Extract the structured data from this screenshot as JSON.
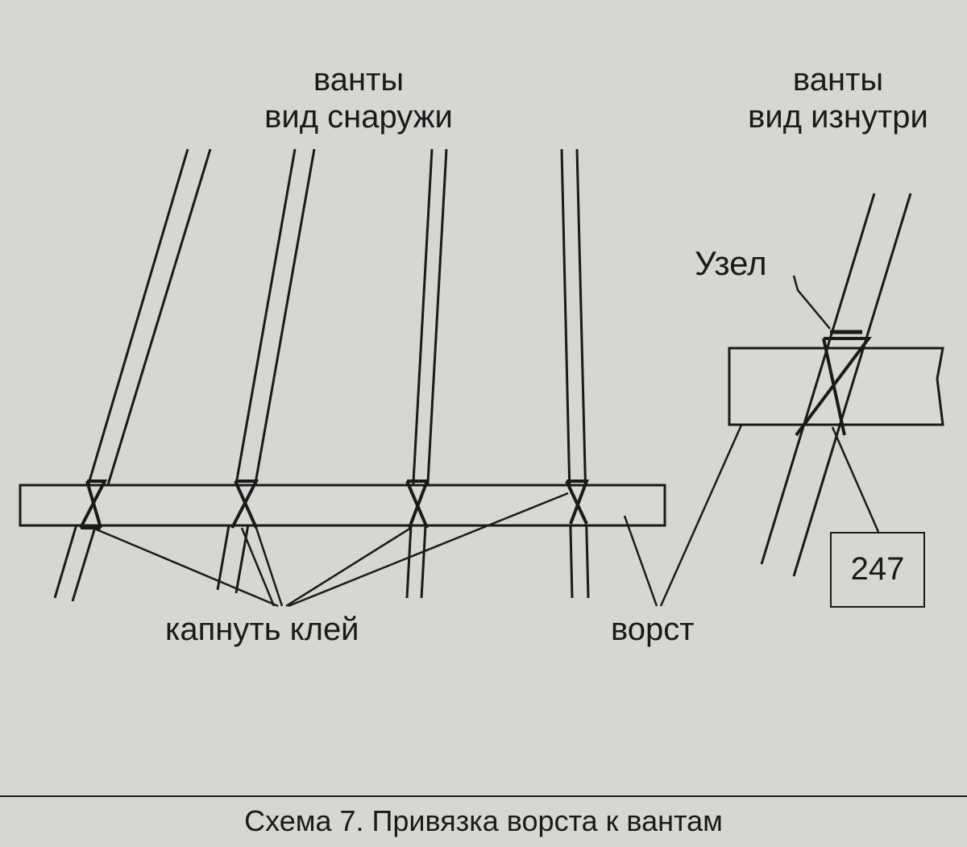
{
  "labels": {
    "outside_title_line1": "ванты",
    "outside_title_line2": "вид снаружи",
    "inside_title_line1": "ванты",
    "inside_title_line2": "вид изнутри",
    "knot": "Узел",
    "glue": "капнуть клей",
    "batten": "ворст",
    "part_number": "247"
  },
  "caption": "Схема 7. Привязка ворста  к вантам"
}
